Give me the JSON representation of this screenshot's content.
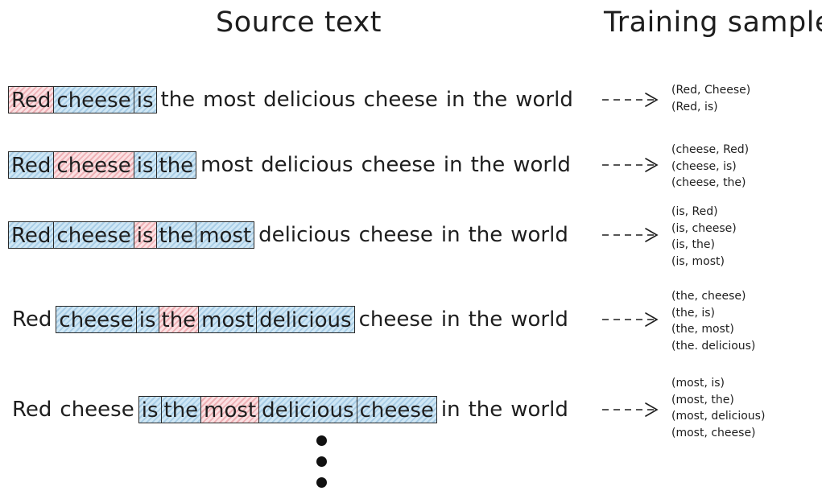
{
  "headers": {
    "source": "Source text",
    "training": "Training sample"
  },
  "rows": [
    {
      "tokens": [
        "Red",
        "cheese",
        "is",
        "the",
        "most",
        "delicious",
        "cheese",
        "in",
        "the",
        "world"
      ],
      "window": [
        0,
        2
      ],
      "target": 0,
      "samples": [
        "(Red, Cheese)",
        "(Red, is)"
      ]
    },
    {
      "tokens": [
        "Red",
        "cheese",
        "is",
        "the",
        "most",
        "delicious",
        "cheese",
        "in",
        "the",
        "world"
      ],
      "window": [
        0,
        3
      ],
      "target": 1,
      "samples": [
        "(cheese, Red)",
        "(cheese, is)",
        "(cheese, the)"
      ]
    },
    {
      "tokens": [
        "Red",
        "cheese",
        "is",
        "the",
        "most",
        "delicious",
        "cheese",
        "in",
        "the",
        "world"
      ],
      "window": [
        0,
        4
      ],
      "target": 2,
      "samples": [
        "(is, Red)",
        "(is, cheese)",
        "(is, the)",
        "(is, most)"
      ]
    },
    {
      "tokens": [
        "Red",
        "cheese",
        "is",
        "the",
        "most",
        "delicious",
        "cheese",
        "in",
        "the",
        "world"
      ],
      "window": [
        1,
        5
      ],
      "target": 3,
      "samples": [
        "(the, cheese)",
        "(the, is)",
        "(the, most)",
        "(the. delicious)"
      ]
    },
    {
      "tokens": [
        "Red",
        "cheese",
        "is",
        "the",
        "most",
        "delicious",
        "cheese",
        "in",
        "the",
        "world"
      ],
      "window": [
        2,
        6
      ],
      "target": 4,
      "samples": [
        "(most, is)",
        "(most, the)",
        "(most, delicious)",
        "(most, cheese)"
      ]
    }
  ],
  "colors": {
    "target": "#f4c6c9",
    "context": "#bcdcef",
    "ink": "#1e1e1e"
  }
}
